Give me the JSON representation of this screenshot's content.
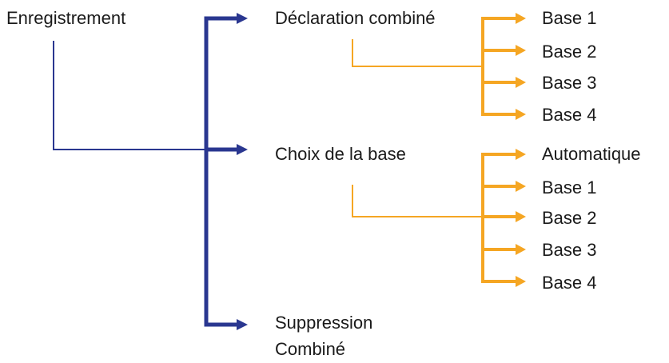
{
  "colors": {
    "primary_connector": "#2a3790",
    "secondary_connector": "#f5a623",
    "text": "#1a1a1a",
    "background": "#ffffff"
  },
  "diagram": {
    "root": {
      "label": "Enregistrement"
    },
    "branches": [
      {
        "label": "Déclaration combiné",
        "options": [
          "Base 1",
          "Base 2",
          "Base 3",
          "Base 4"
        ]
      },
      {
        "label": "Choix de la base",
        "options": [
          "Automatique",
          "Base 1",
          "Base 2",
          "Base 3",
          "Base 4"
        ]
      },
      {
        "label_line1": "Suppression",
        "label_line2": "Combiné"
      }
    ]
  }
}
